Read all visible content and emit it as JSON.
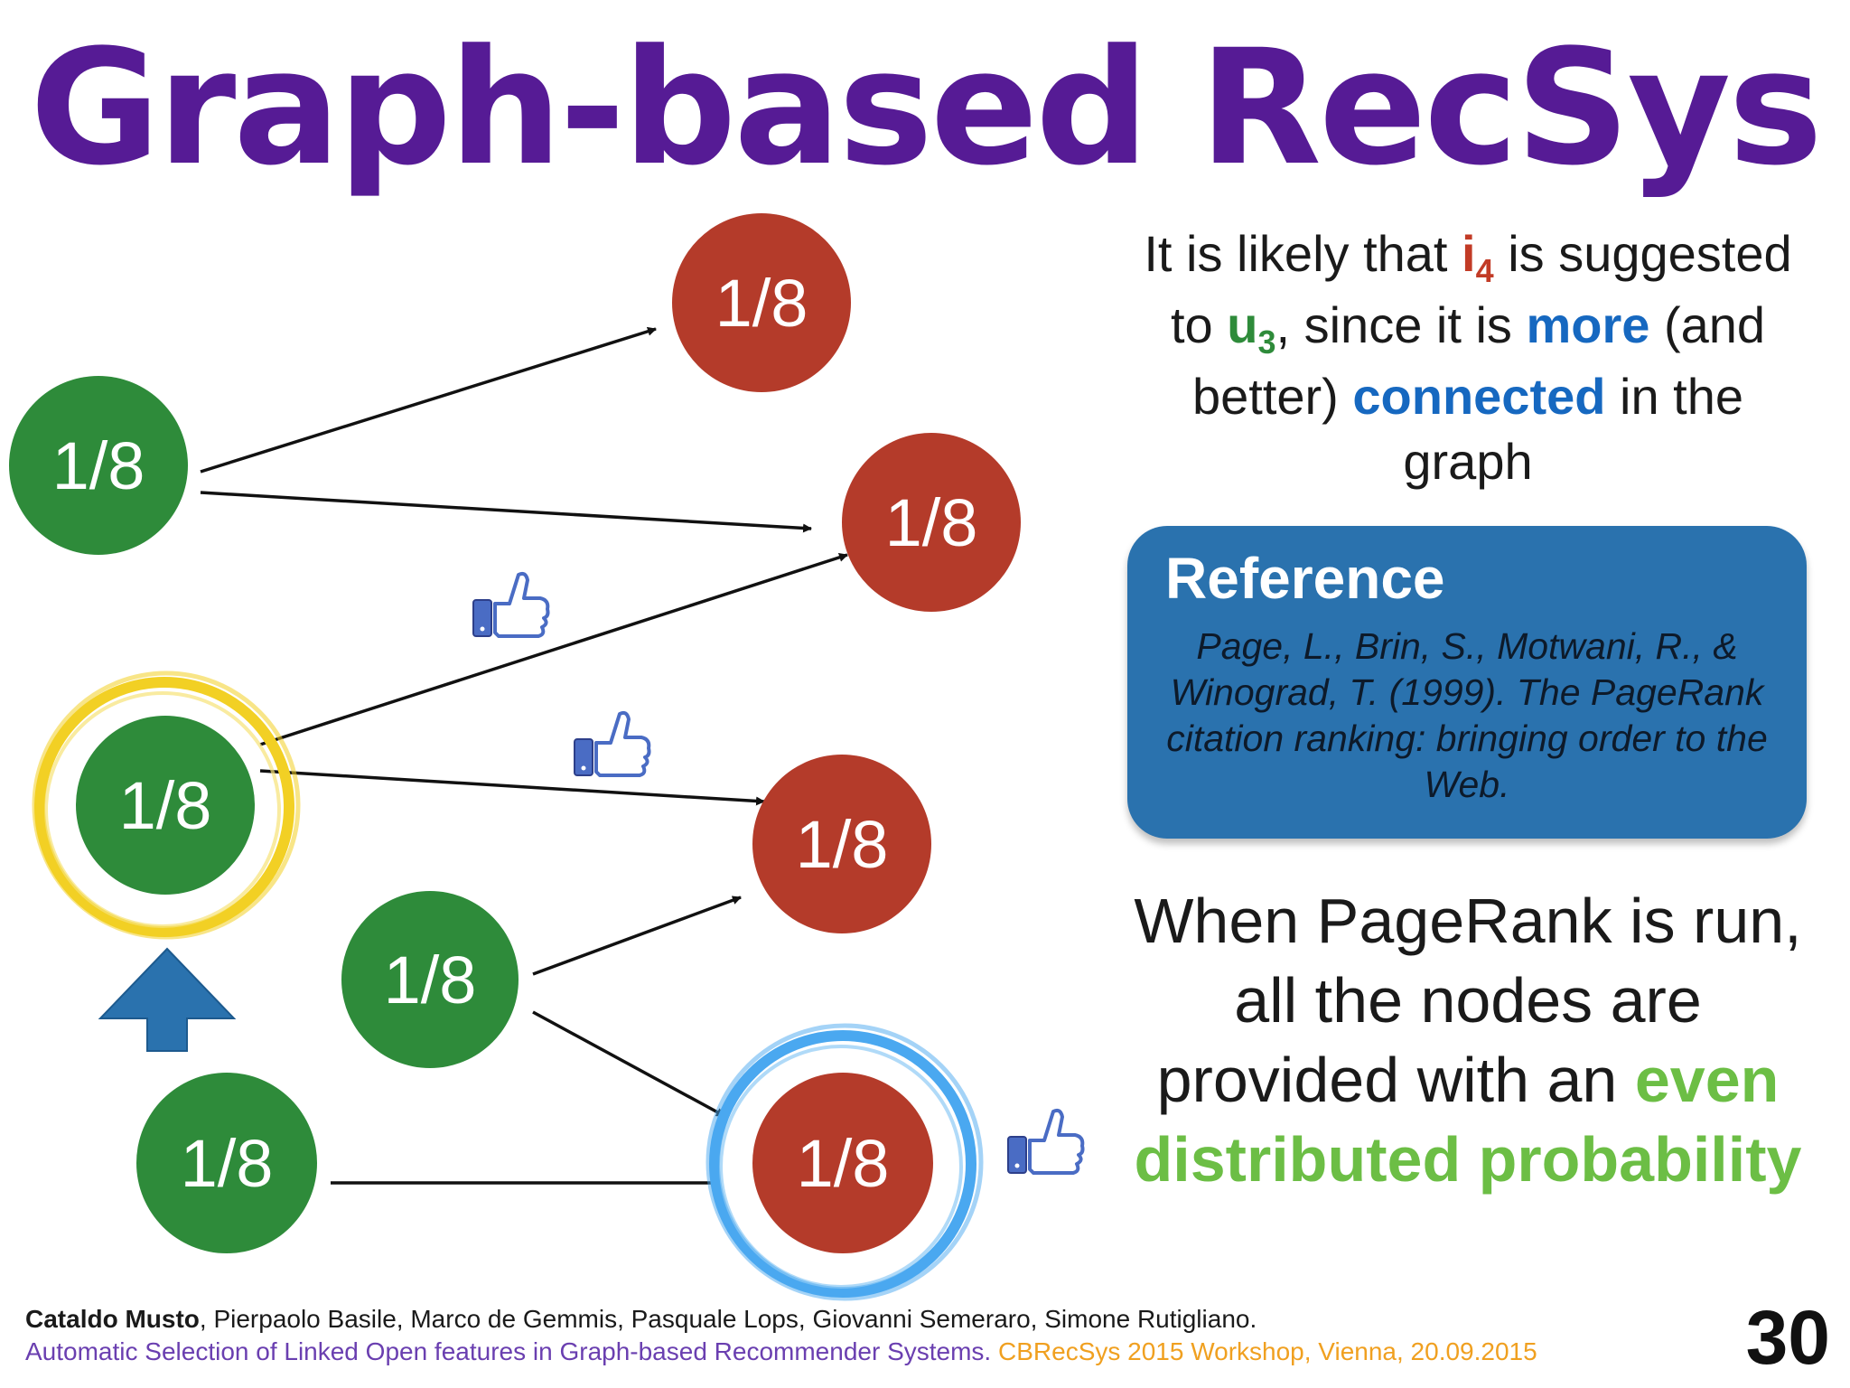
{
  "title": "Graph-based RecSys",
  "graph": {
    "user_nodes": [
      {
        "id": "u1",
        "label": "1/8"
      },
      {
        "id": "u2",
        "label": "1/8"
      },
      {
        "id": "u3",
        "label": "1/8"
      },
      {
        "id": "u4",
        "label": "1/8"
      }
    ],
    "item_nodes": [
      {
        "id": "i1",
        "label": "1/8"
      },
      {
        "id": "i2",
        "label": "1/8"
      },
      {
        "id": "i3",
        "label": "1/8"
      },
      {
        "id": "i4",
        "label": "1/8"
      }
    ],
    "colors": {
      "user_node": "#2e8b3a",
      "item_node": "#b43b2a",
      "highlight_user_ring": "#f2d024",
      "highlight_item_ring": "#4aa8f0",
      "up_arrow": "#2a72ae",
      "thumb_icon": "#4a6cc4"
    },
    "icons": [
      "thumbs-up-icon",
      "thumbs-up-icon",
      "thumbs-up-icon",
      "up-arrow-icon"
    ]
  },
  "explanation": {
    "part1": "It is likely that ",
    "item_letter": "i",
    "item_sub": "4",
    "part2": " is suggested to ",
    "user_letter": "u",
    "user_sub": "3",
    "part3": ", since it is ",
    "more": "more",
    "part4": " (and better) ",
    "connected": "connected",
    "part5": " in the graph"
  },
  "reference": {
    "heading": "Reference",
    "body": "Page, L., Brin, S., Motwani, R., & Winograd, T. (1999). The PageRank citation ranking: bringing order to the Web."
  },
  "pagerank": {
    "line1": "When PageRank is run, all the nodes are provided with an",
    "highlight": "even distributed probability"
  },
  "footer": {
    "lead_author": "Cataldo Musto",
    "other_authors": ", Pierpaolo Basile, Marco de Gemmis, Pasquale Lops, Giovanni Semeraro, Simone Rutigliano.",
    "paper": "Automatic Selection of Linked Open features in Graph-based Recommender Systems.",
    "venue": " CBRecSys 2015 Workshop, Vienna, 20.09.2015"
  },
  "page_number": "30"
}
